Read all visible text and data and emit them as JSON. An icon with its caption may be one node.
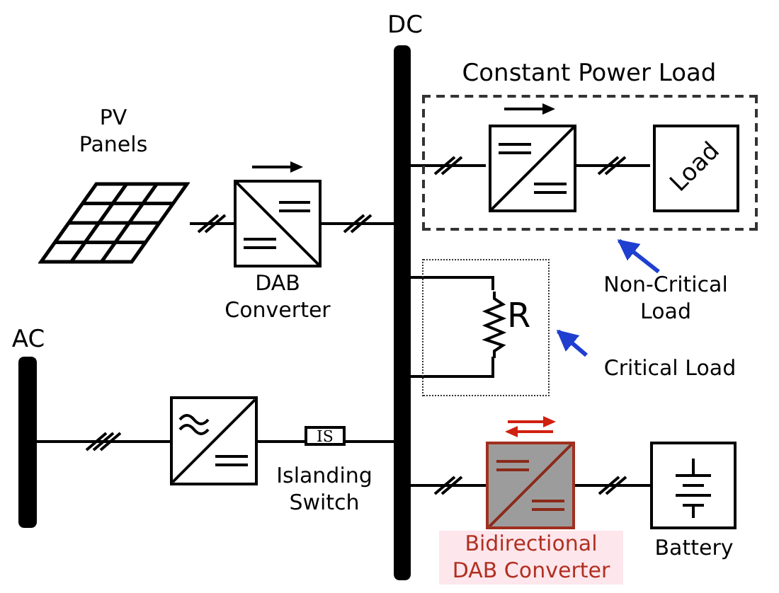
{
  "diagram": {
    "nodes": [
      {
        "text": [
          "DC"
        ]
      },
      {
        "text": [
          "AC"
        ]
      },
      {
        "text": [],
        "shape": "picture",
        "beside": [
          "PV Panels"
        ]
      },
      {
        "text": [],
        "shape": "box",
        "beside": [
          "DAB Converter"
        ]
      },
      {
        "text": [
          "Constant Power Load"
        ]
      },
      {
        "text": [],
        "shape": "box",
        "in": 4
      },
      {
        "text": [
          "Load"
        ],
        "in": 4
      },
      {
        "text": [],
        "shape": "box"
      },
      {
        "text": [
          "R"
        ],
        "in": 7
      },
      {
        "text": [],
        "shape": "box"
      },
      {
        "text": [
          "IS"
        ],
        "beside": [
          "Islanding Switch"
        ]
      },
      {
        "text": [],
        "shape": "box",
        "beside": [
          "Bidirectional DAB Converter"
        ]
      },
      {
        "text": [],
        "shape": "box",
        "beside": [
          "Battery"
        ]
      },
      {
        "text": [
          "Non-Critical Load"
        ]
      },
      {
        "text": [
          "Critical Load"
        ]
      }
    ],
    "edges": [
      {
        "from": 2,
        "to": 3,
        "arrow": "none"
      },
      {
        "from": 3,
        "to": 0,
        "arrow": "none"
      },
      {
        "from": 0,
        "to": 5,
        "arrow": "none"
      },
      {
        "from": 5,
        "to": 6,
        "arrow": "none"
      },
      {
        "from": 0,
        "to": 8,
        "arrow": "none"
      },
      {
        "from": 0,
        "to": 8,
        "arrow": "none"
      },
      {
        "from": 1,
        "to": 9,
        "arrow": "none"
      },
      {
        "from": 9,
        "to": 10,
        "arrow": "none"
      },
      {
        "from": 10,
        "to": 0,
        "arrow": "none"
      },
      {
        "from": 0,
        "to": 11,
        "arrow": "none"
      },
      {
        "from": 11,
        "to": 12,
        "arrow": "none"
      },
      {
        "from": 13,
        "to": 4,
        "arrow": "to",
        "color": "#1f3fd0"
      },
      {
        "from": 14,
        "to": 7,
        "arrow": "to",
        "color": "#1f3fd0"
      }
    ]
  }
}
